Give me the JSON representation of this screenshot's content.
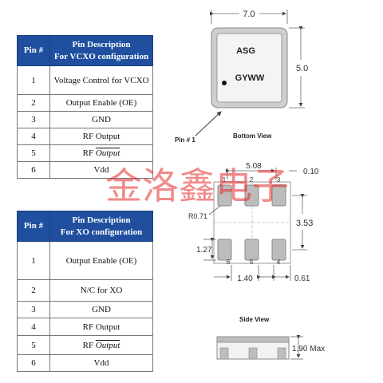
{
  "vcxo_table": {
    "header_pin": "Pin #",
    "header_desc": "Pin Description\nFor VCXO configuration",
    "rows": [
      {
        "pin": "1",
        "desc": "Voltage Control for VCXO"
      },
      {
        "pin": "2",
        "desc": "Output Enable (OE)"
      },
      {
        "pin": "3",
        "desc": "GND"
      },
      {
        "pin": "4",
        "desc": "RF Output"
      },
      {
        "pin": "5",
        "desc_prefix": "RF",
        "desc_overline": "Output"
      },
      {
        "pin": "6",
        "desc": "Vdd"
      }
    ]
  },
  "xo_table": {
    "header_pin": "Pin #",
    "header_desc": "Pin Description\nFor XO configuration",
    "rows": [
      {
        "pin": "1",
        "desc": "Output Enable (OE)"
      },
      {
        "pin": "2",
        "desc": "N/C for XO"
      },
      {
        "pin": "3",
        "desc": "GND"
      },
      {
        "pin": "4",
        "desc": "RF Output"
      },
      {
        "pin": "5",
        "desc_prefix": "RF",
        "desc_overline": "Output"
      },
      {
        "pin": "6",
        "desc": "Vdd"
      }
    ]
  },
  "top_view": {
    "width_dim": "7.0",
    "height_dim": "5.0",
    "marking_line1": "ASG",
    "marking_line2": "GYWW",
    "pin1_label": "Pin # 1"
  },
  "bottom_view": {
    "title": "Bottom View",
    "dim_pad_span": "5.08",
    "dim_edge": "0.10",
    "dim_radius": "R0.71",
    "dim_pitch_v": "3.53",
    "dim_pad_h": "1.27",
    "dim_pad_w": "1.40",
    "dim_offset": "0.61",
    "pin_numbers": [
      "1",
      "2",
      "3",
      "4",
      "5",
      "6"
    ]
  },
  "side_view": {
    "title": "Side View",
    "height_dim": "1.90 Max"
  },
  "watermark": "金洛鑫电子"
}
